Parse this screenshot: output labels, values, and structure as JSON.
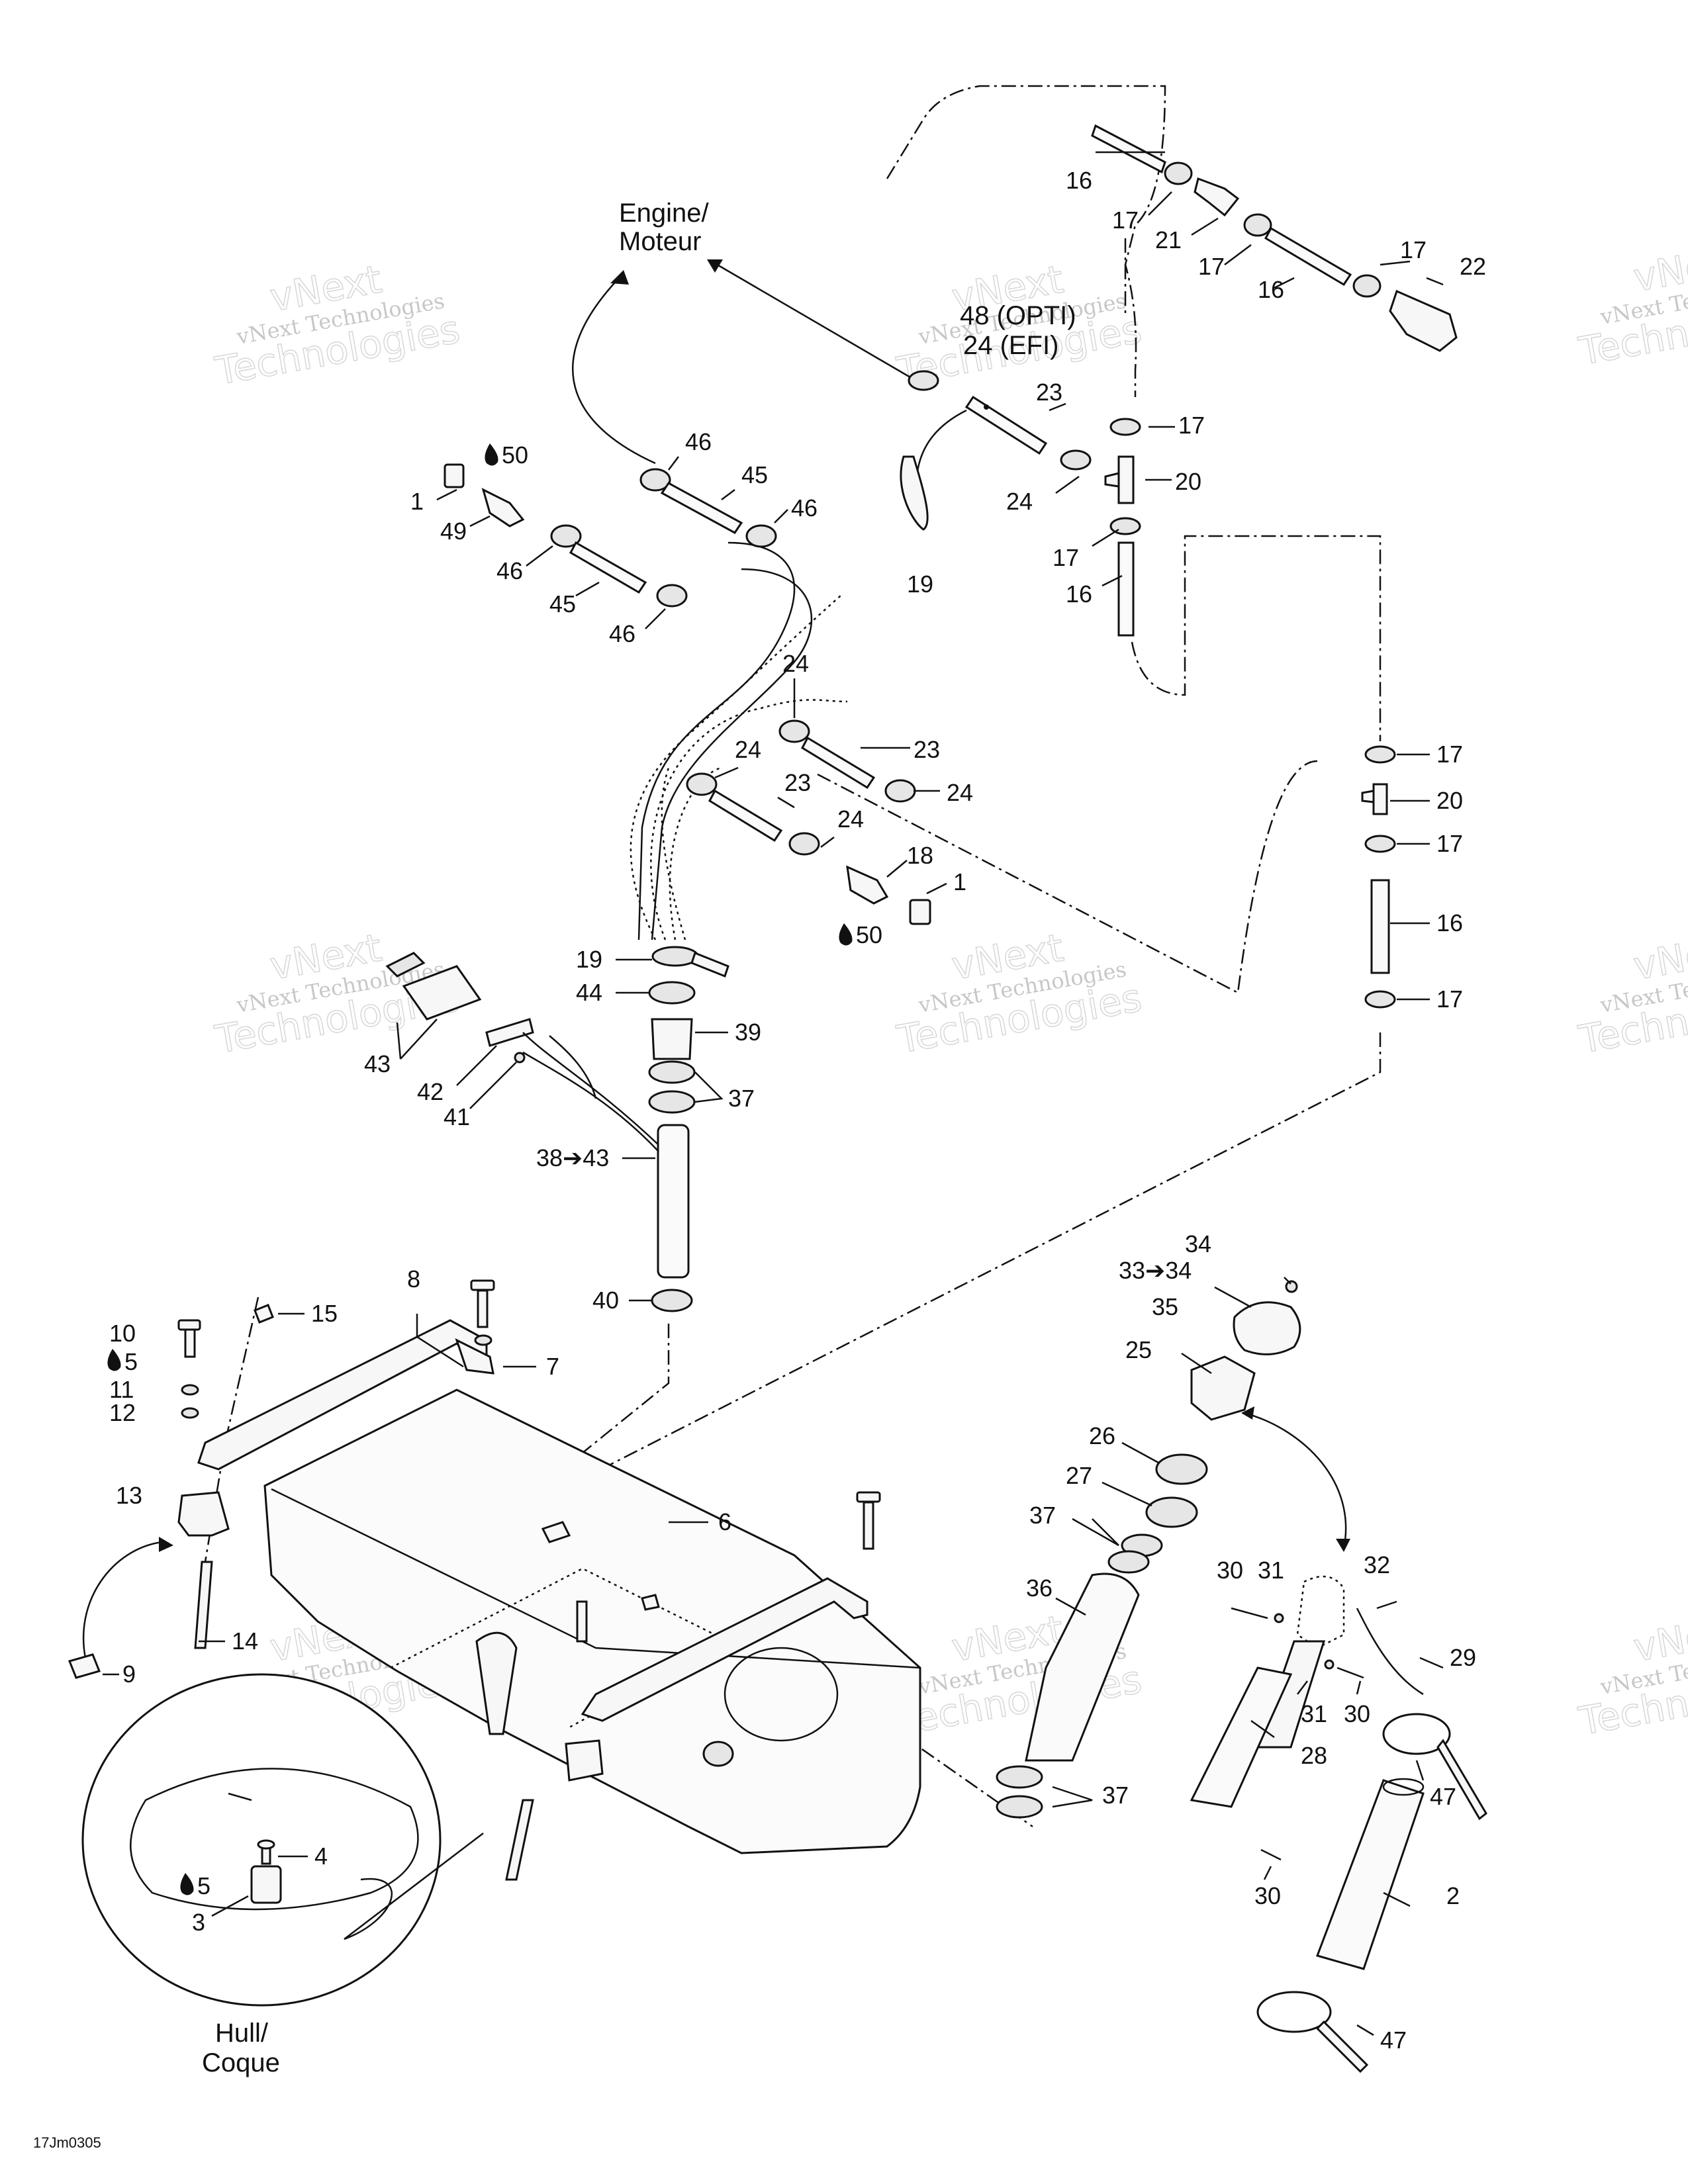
{
  "figure_code": "17Jm0305",
  "destinations": {
    "engine": [
      "Engine/",
      "Moteur"
    ],
    "hull": [
      "Hull/",
      "Coque"
    ]
  },
  "watermark": {
    "line1": "vNext Technologies",
    "line2": "Technologies",
    "line3": "vNext"
  },
  "callouts": {
    "c1a": "1",
    "c1b": "1",
    "c2": "2",
    "c3": "3",
    "c4": "4",
    "c5a": "5",
    "c5b": "5",
    "c6": "6",
    "c7": "7",
    "c8": "8",
    "c9": "9",
    "c10": "10",
    "c11": "11",
    "c12": "12",
    "c13": "13",
    "c14": "14",
    "c15": "15",
    "c16a": "16",
    "c16b": "16",
    "c16c": "16",
    "c16d": "16",
    "c17a": "17",
    "c17b": "17",
    "c17c": "17",
    "c17d": "17",
    "c17e": "17",
    "c17f": "17",
    "c17g": "17",
    "c17h": "17",
    "c18": "18",
    "c19a": "19",
    "c19b": "19",
    "c20a": "20",
    "c20b": "20",
    "c21": "21",
    "c22": "22",
    "c23a": "23",
    "c23b": "23",
    "c23c": "23",
    "c24a": "24",
    "c24b": "24",
    "c24c": "24",
    "c24d": "24",
    "c24e": "24",
    "c24opt": "48 (OPTI)",
    "c24efi": "24 (EFI)",
    "c25": "25",
    "c26": "26",
    "c27": "27",
    "c28": "28",
    "c29": "29",
    "c30a": "30",
    "c30b": "30",
    "c30c": "30",
    "c31a": "31",
    "c31b": "31",
    "c32": "32",
    "c33": "33➔34",
    "c34": "34",
    "c35": "35",
    "c36": "36",
    "c37a": "37",
    "c37b": "37",
    "c37c": "37",
    "c38": "38➔43",
    "c39": "39",
    "c40": "40",
    "c41": "41",
    "c42": "42",
    "c43": "43",
    "c44": "44",
    "c45a": "45",
    "c45b": "45",
    "c46a": "46",
    "c46b": "46",
    "c46c": "46",
    "c46d": "46",
    "c47a": "47",
    "c47b": "47",
    "c49": "49",
    "c50a": "50",
    "c50b": "50"
  }
}
